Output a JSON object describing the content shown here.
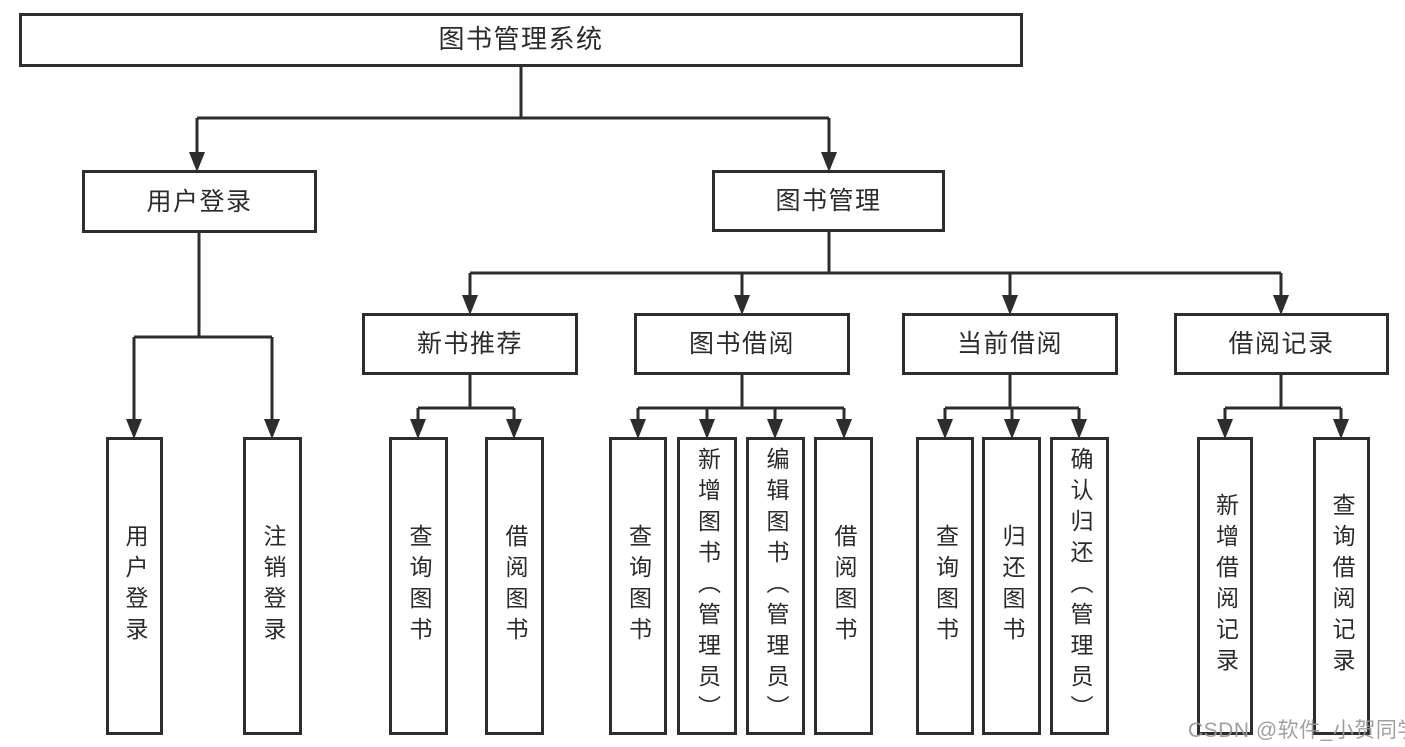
{
  "diagram": {
    "type": "hierarchy-org-chart",
    "colors": {
      "line": "#2d2d2d",
      "box_border": "#2d2d2d",
      "box_fill": "#ffffff",
      "text": "#2b2b2b",
      "watermark": "#989898",
      "background": "#ffffff"
    }
  },
  "tree": {
    "label": "图书管理系统",
    "children": [
      {
        "label": "用户登录",
        "children": [
          {
            "label": "用户登录"
          },
          {
            "label": "注销登录"
          }
        ]
      },
      {
        "label": "图书管理",
        "children": [
          {
            "label": "新书推荐",
            "children": [
              {
                "label": "查询图书"
              },
              {
                "label": "借阅图书"
              }
            ]
          },
          {
            "label": "图书借阅",
            "children": [
              {
                "label": "查询图书"
              },
              {
                "label": "新增图书（管理员）"
              },
              {
                "label": "编辑图书（管理员）"
              },
              {
                "label": "借阅图书"
              }
            ]
          },
          {
            "label": "当前借阅",
            "children": [
              {
                "label": "查询图书"
              },
              {
                "label": "归还图书"
              },
              {
                "label": "确认归还（管理员）"
              }
            ]
          },
          {
            "label": "借阅记录",
            "children": [
              {
                "label": "新增借阅记录"
              },
              {
                "label": "查询借阅记录"
              }
            ]
          }
        ]
      }
    ]
  },
  "watermark": {
    "text": "CSDN @软件_小贺同学"
  }
}
